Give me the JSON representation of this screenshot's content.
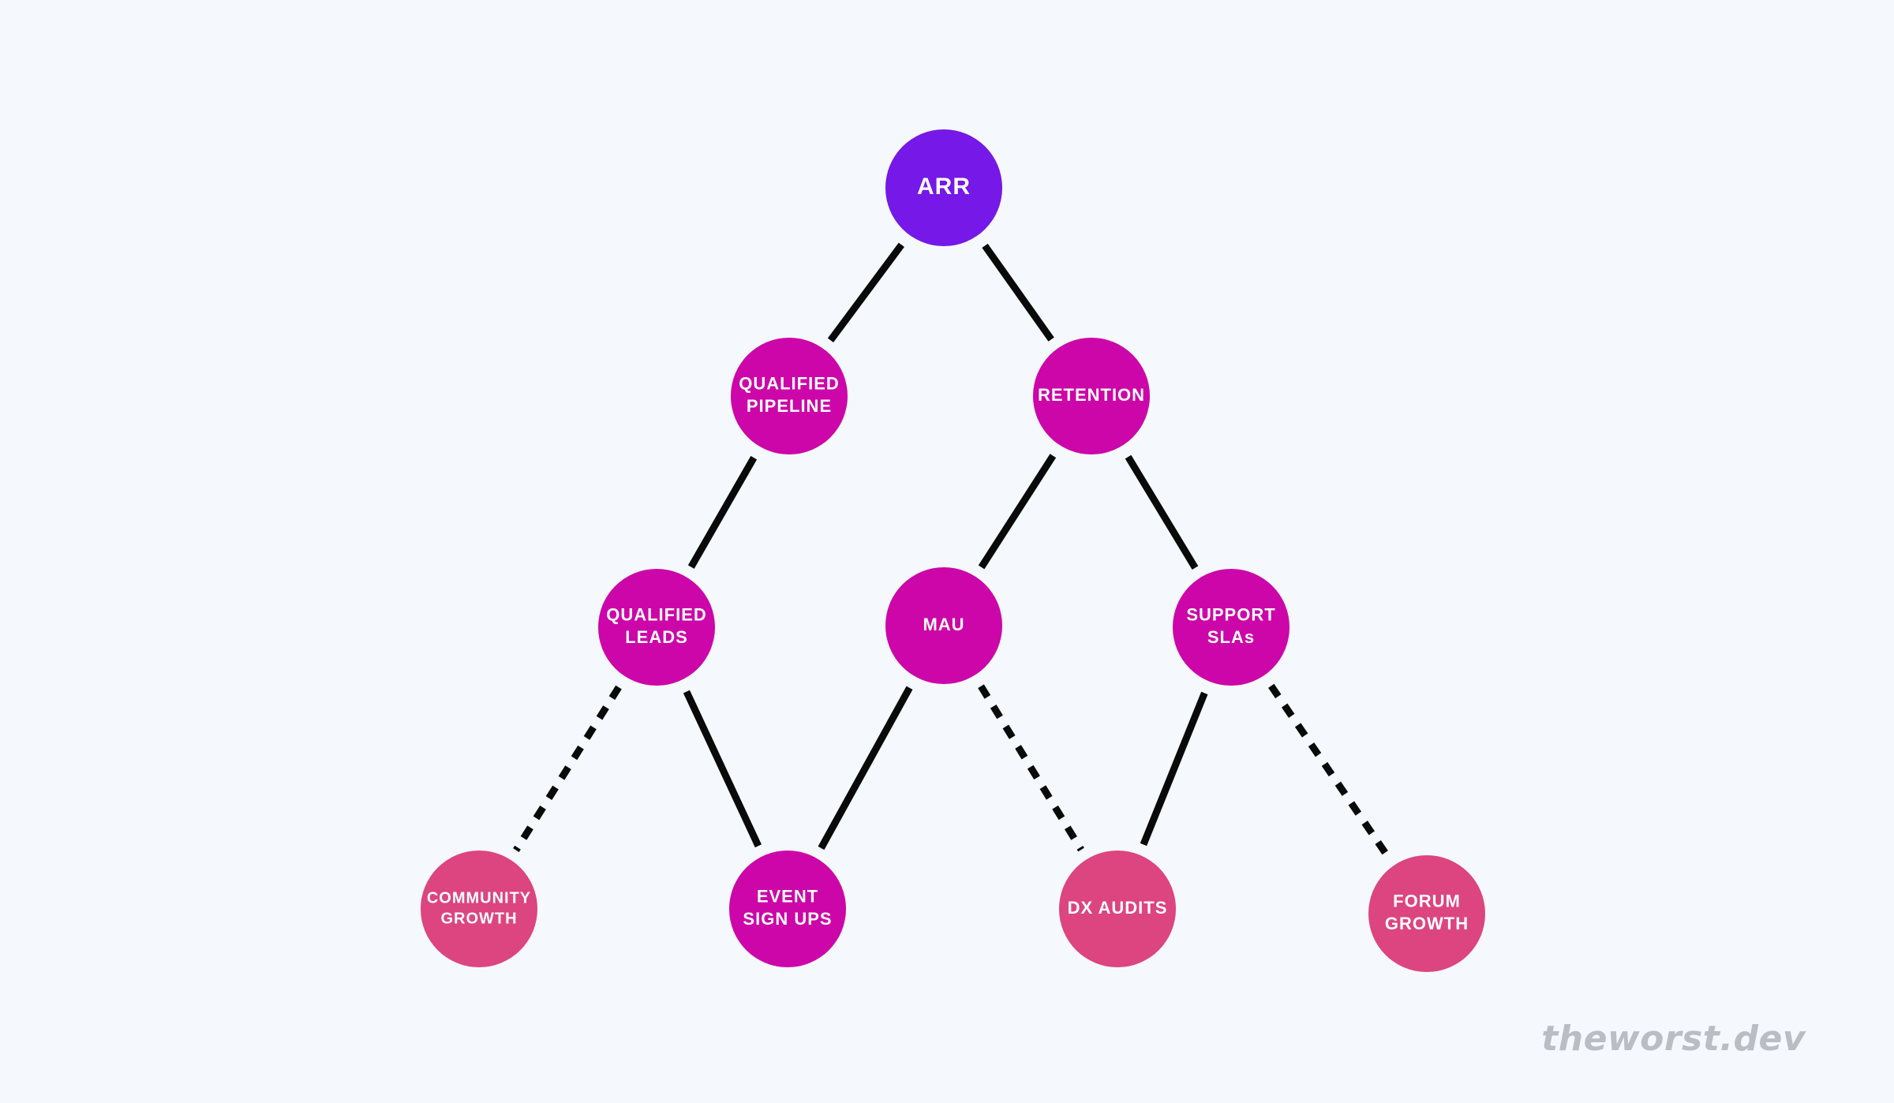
{
  "colors": {
    "background": "#f5f8fc",
    "root": "#7518e8",
    "primary": "#cc06a8",
    "secondary": "#dc457f",
    "edge": "#0a0a0a",
    "watermark": "#b9bdc4"
  },
  "nodes": {
    "arr": {
      "lines": [
        "ARR"
      ],
      "tier": "root"
    },
    "qualified_pipeline": {
      "lines": [
        "QUALIFIED",
        "PIPELINE"
      ],
      "tier": "primary"
    },
    "retention": {
      "lines": [
        "RETENTION"
      ],
      "tier": "primary"
    },
    "qualified_leads": {
      "lines": [
        "QUALIFIED",
        "LEADS"
      ],
      "tier": "primary"
    },
    "mau": {
      "lines": [
        "MAU"
      ],
      "tier": "primary"
    },
    "support_slas": {
      "lines": [
        "SUPPORT",
        "SLAs"
      ],
      "tier": "primary"
    },
    "community_growth": {
      "lines": [
        "COMMUNITY",
        "GROWTH"
      ],
      "tier": "secondary"
    },
    "event_sign_ups": {
      "lines": [
        "EVENT",
        "SIGN UPS"
      ],
      "tier": "primary"
    },
    "dx_audits": {
      "lines": [
        "DX AUDITS"
      ],
      "tier": "secondary"
    },
    "forum_growth": {
      "lines": [
        "FORUM",
        "GROWTH"
      ],
      "tier": "secondary"
    }
  },
  "edges": [
    {
      "from": "arr",
      "to": "qualified_pipeline",
      "style": "solid"
    },
    {
      "from": "arr",
      "to": "retention",
      "style": "solid"
    },
    {
      "from": "qualified_pipeline",
      "to": "qualified_leads",
      "style": "solid"
    },
    {
      "from": "retention",
      "to": "mau",
      "style": "solid"
    },
    {
      "from": "retention",
      "to": "support_slas",
      "style": "solid"
    },
    {
      "from": "qualified_leads",
      "to": "community_growth",
      "style": "dashed"
    },
    {
      "from": "qualified_leads",
      "to": "event_sign_ups",
      "style": "solid"
    },
    {
      "from": "mau",
      "to": "event_sign_ups",
      "style": "solid"
    },
    {
      "from": "mau",
      "to": "dx_audits",
      "style": "dashed"
    },
    {
      "from": "support_slas",
      "to": "dx_audits",
      "style": "solid"
    },
    {
      "from": "support_slas",
      "to": "forum_growth",
      "style": "dashed"
    }
  ],
  "watermark": "theworst.dev"
}
